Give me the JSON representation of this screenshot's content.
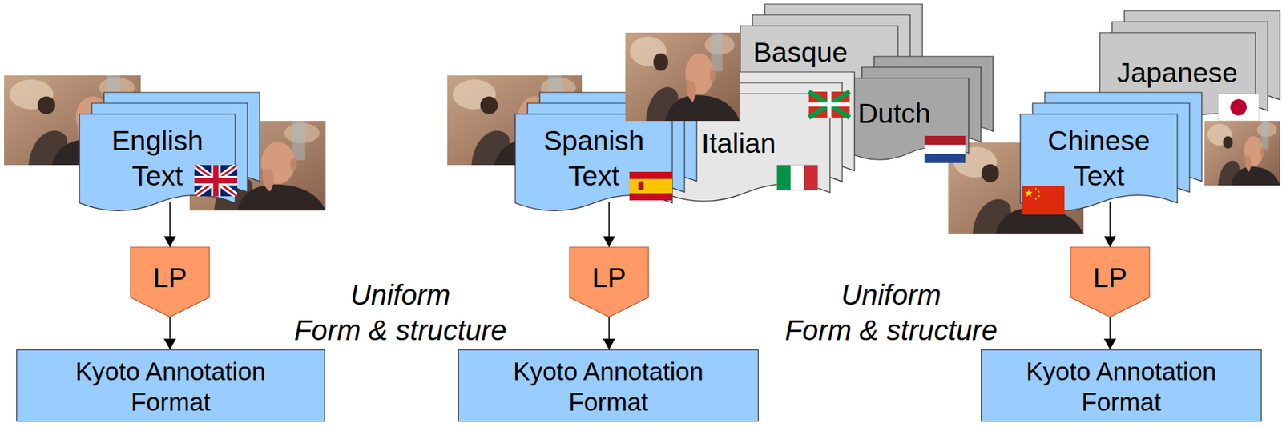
{
  "diagram": {
    "nodes": [
      {
        "text": [
          "English Text"
        ]
      },
      {
        "text": [
          "LP"
        ]
      },
      {
        "text": [
          "Kyoto Annotation Format"
        ]
      },
      {
        "text": [
          "Basque"
        ]
      },
      {
        "text": [
          "Dutch"
        ]
      },
      {
        "text": [
          "Italian"
        ]
      },
      {
        "text": [
          "Spanish Text"
        ]
      },
      {
        "text": [
          "LP"
        ]
      },
      {
        "text": [
          "Kyoto Annotation Format"
        ]
      },
      {
        "text": [
          "Japanese"
        ]
      },
      {
        "text": [
          "Chinese Text"
        ]
      },
      {
        "text": [
          "LP"
        ]
      },
      {
        "text": [
          "Kyoto Annotation Format"
        ]
      }
    ],
    "edges": [
      {
        "from": 0,
        "to": 1,
        "arrow": "to"
      },
      {
        "from": 1,
        "to": 2,
        "arrow": "to"
      },
      {
        "from": 6,
        "to": 7,
        "arrow": "to"
      },
      {
        "from": 7,
        "to": 8,
        "arrow": "to"
      },
      {
        "from": 10,
        "to": 11,
        "arrow": "to"
      },
      {
        "from": 11,
        "to": 12,
        "arrow": "to"
      }
    ],
    "labels": [
      "Uniform Form & structure",
      "Uniform Form & structure"
    ]
  }
}
